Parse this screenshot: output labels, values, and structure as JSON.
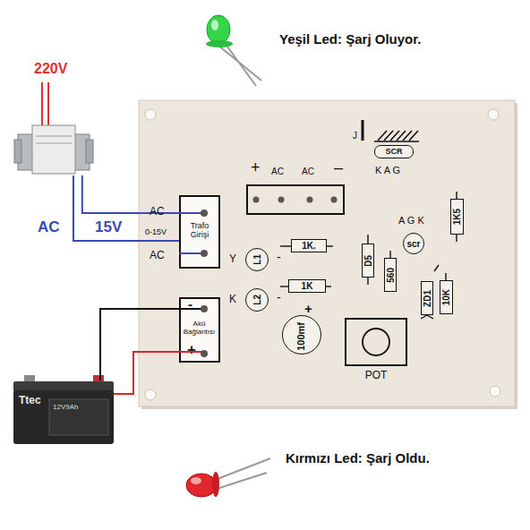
{
  "diagram": {
    "nodes": [
      {
        "text": [
          "220V"
        ]
      },
      {
        "text": [
          "SCR"
        ]
      },
      {
        "text": [
          "+",
          "AC",
          "AC",
          "–"
        ]
      },
      {
        "text": [
          "1K5"
        ]
      },
      {
        "text": [
          "Trafo Girişi"
        ]
      },
      {
        "text": [
          "scr"
        ]
      },
      {
        "text": [
          "L1"
        ]
      },
      {
        "text": [
          "1K."
        ]
      },
      {
        "text": [
          "D5"
        ]
      },
      {
        "text": [
          "560"
        ]
      },
      {
        "text": [
          "L2"
        ]
      },
      {
        "text": [
          "1K"
        ]
      },
      {
        "text": [
          "ZD1"
        ]
      },
      {
        "text": [
          "10K"
        ]
      },
      {
        "text": [
          "-",
          "Akü Bağlantısı",
          "+"
        ]
      },
      {
        "text": [
          "100mf",
          "+"
        ]
      },
      {
        "text": [
          "POT"
        ]
      },
      {
        "text": [
          "Ttec",
          "12V9Ah"
        ]
      }
    ],
    "edges": [
      {
        "from": 0,
        "to": 4,
        "arrow": "none"
      },
      {
        "from": 0,
        "to": 4,
        "arrow": "none"
      },
      {
        "from": 17,
        "to": 14,
        "arrow": "none"
      },
      {
        "from": 17,
        "to": 14,
        "arrow": "none"
      }
    ],
    "labels": [
      "Yeşil Led: Şarj Oluyor.",
      "AC",
      "15V",
      "AC",
      "0-15V",
      "AC",
      "J",
      "K A G",
      "A G K",
      "Y",
      "-",
      "K",
      "-",
      "Kırmızı Led: Şarj Oldu."
    ]
  }
}
